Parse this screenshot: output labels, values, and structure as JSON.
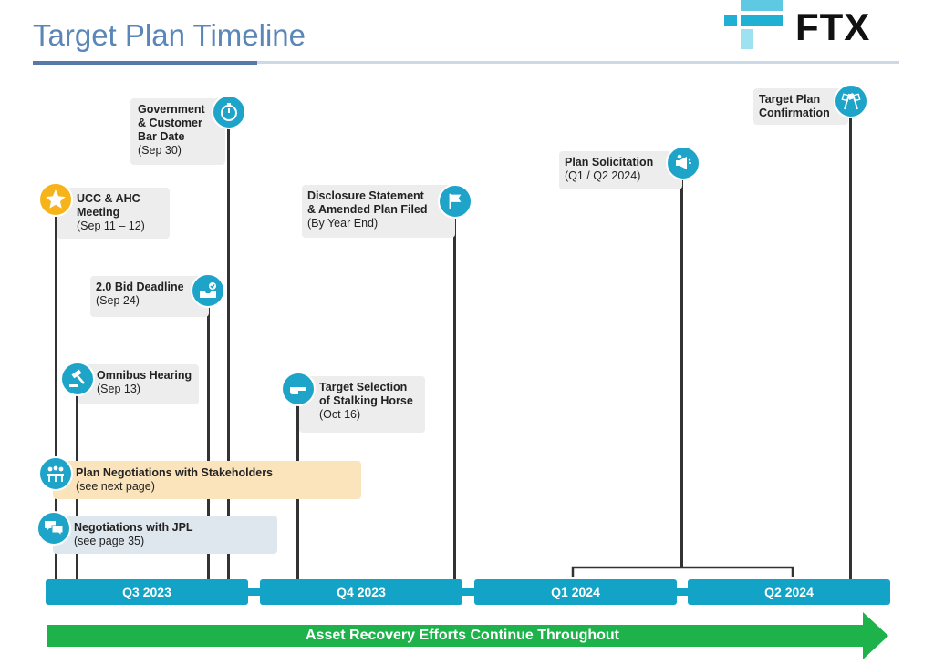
{
  "title": "Target Plan Timeline",
  "logo_text": "FTX",
  "colors": {
    "accent": "#12a3c6",
    "star": "#f6b41a",
    "green": "#1db34a",
    "title": "#5a86b8"
  },
  "milestones": [
    {
      "title": "Government\n& Customer\nBar Date",
      "date": "(Sep 30)",
      "icon": "stopwatch-icon"
    },
    {
      "title": "UCC & AHC\nMeeting",
      "date": "(Sep 11 – 12)",
      "icon": "star-icon"
    },
    {
      "title": "2.0 Bid Deadline",
      "date": "(Sep 24)",
      "icon": "inbox-check-icon"
    },
    {
      "title": "Omnibus Hearing",
      "date": "(Sep 13)",
      "icon": "gavel-icon"
    },
    {
      "title": "Target Selection\nof Stalking Horse",
      "date": "(Oct 16)",
      "icon": "pointing-hand-icon"
    },
    {
      "title": "Disclosure Statement\n& Amended Plan Filed",
      "date": "(By Year End)",
      "icon": "flag-icon"
    },
    {
      "title": "Plan Solicitation",
      "date": "(Q1 / Q2 2024)",
      "icon": "megaphone-icon"
    },
    {
      "title": "Target Plan\nConfirmation",
      "date": "",
      "icon": "checkered-flags-icon"
    }
  ],
  "bands": [
    {
      "title": "Plan Negotiations with Stakeholders",
      "note": "(see next page)",
      "icon": "meeting-icon"
    },
    {
      "title": "Negotiations with JPL",
      "note": "(see page 35)",
      "icon": "chat-icon"
    }
  ],
  "quarters": [
    "Q3 2023",
    "Q4 2023",
    "Q1 2024",
    "Q2 2024"
  ],
  "footer_arrow": "Asset Recovery Efforts Continue Throughout"
}
